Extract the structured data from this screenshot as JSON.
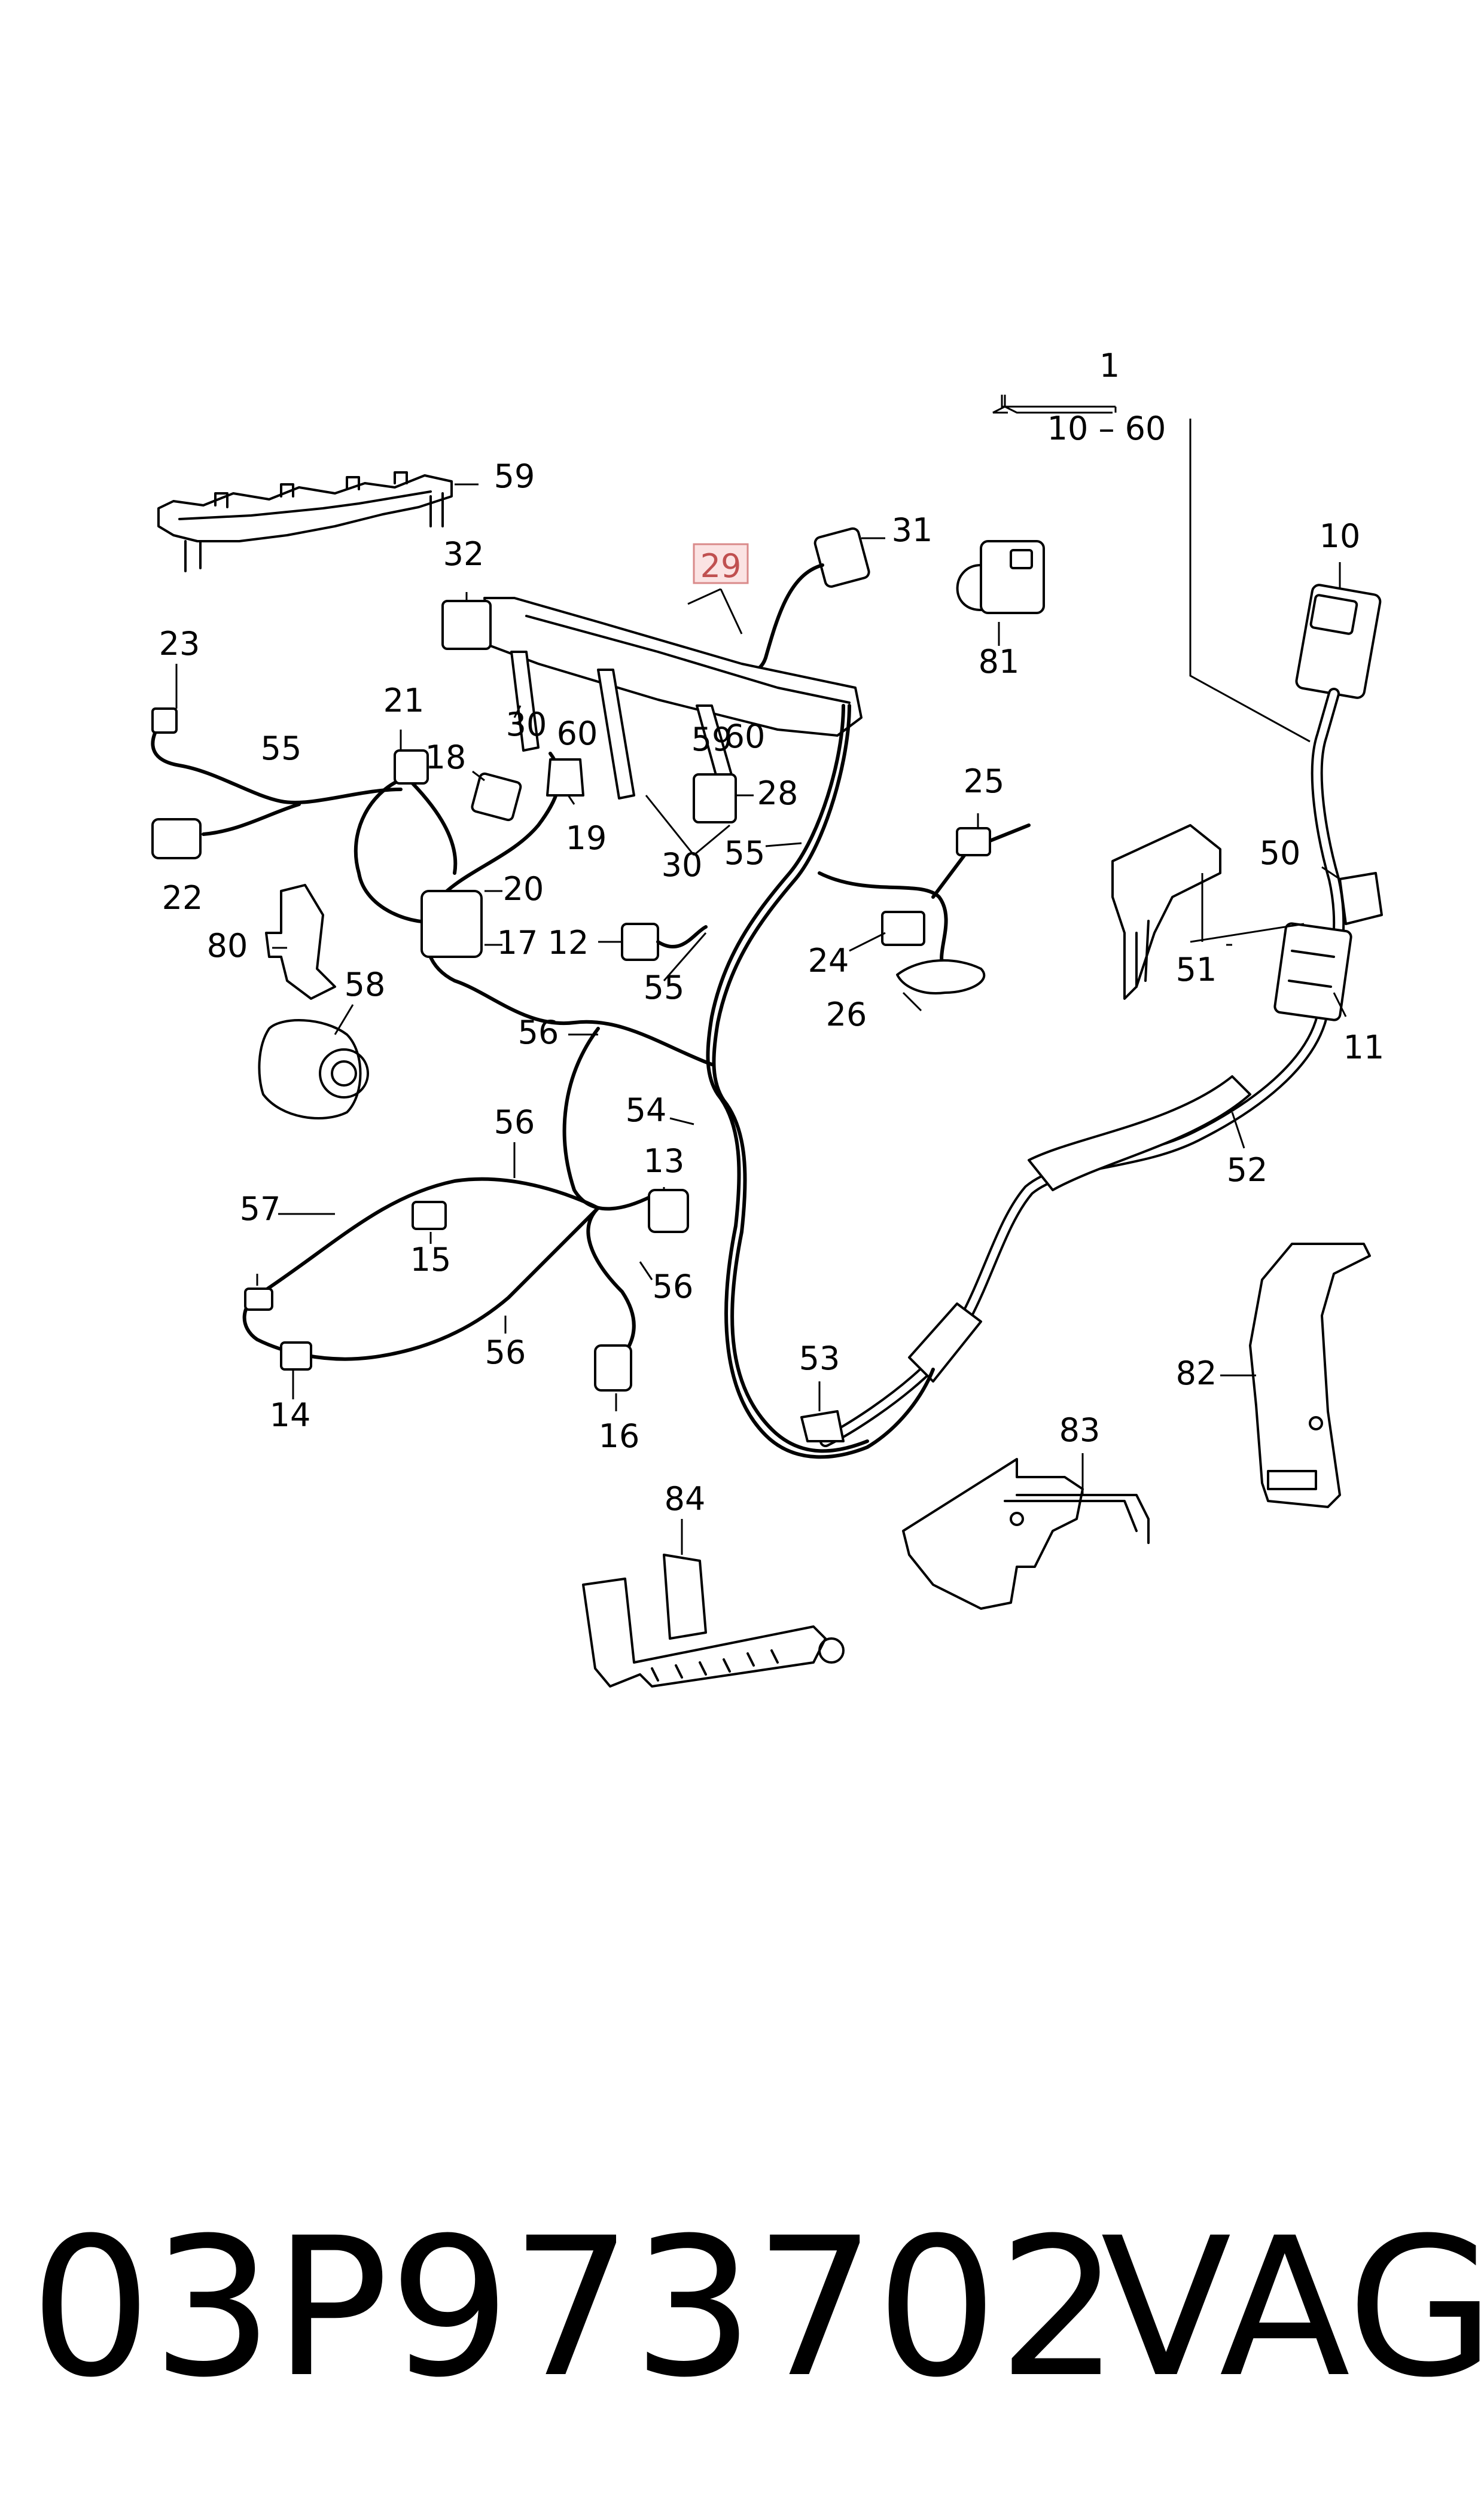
{
  "diagram": {
    "callouts": [
      "1",
      "10 – 60",
      "59",
      "31",
      "29",
      "32",
      "81",
      "10",
      "23",
      "21",
      "55",
      "18",
      "30",
      "60",
      "59",
      "60",
      "28",
      "19",
      "22",
      "30",
      "55",
      "25",
      "50",
      "20",
      "17",
      "12",
      "24",
      "51",
      "80",
      "58",
      "55",
      "26",
      "56",
      "11",
      "56",
      "54",
      "52",
      "57",
      "13",
      "15",
      "56",
      "14",
      "56",
      "16",
      "53",
      "82",
      "83",
      "84"
    ],
    "highlighted_callout": "29"
  },
  "footer": {
    "part_number": "03P973702",
    "brand": "VAG"
  }
}
